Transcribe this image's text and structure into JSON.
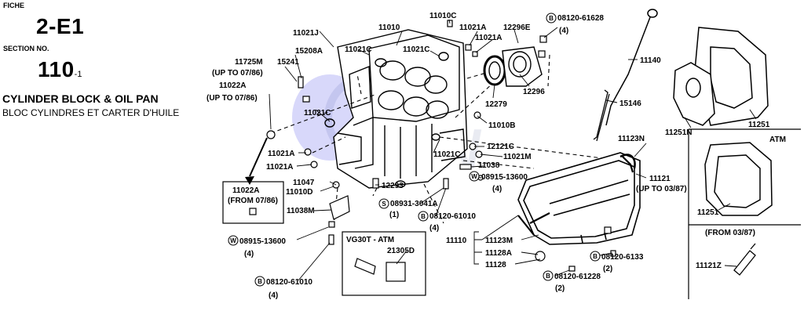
{
  "header": {
    "fiche_label": "FICHE",
    "fiche_number": "2-E1",
    "section_label": "SECTION NO.",
    "section_number": "110",
    "section_suffix": "-1",
    "title": "CYLINDER BLOCK & OIL PAN",
    "subtitle": "BLOC CYLINDRES ET CARTER D'HUILE"
  },
  "parts": {
    "p11010": "11010",
    "p11010c": "11010C",
    "p11021j": "11021J",
    "p15208a": "15208A",
    "p15241": "15241",
    "p11725m": "11725M",
    "upto_0786_a": "(UP TO 07/86)",
    "p11022a": "11022A",
    "upto_0786_b": "(UP TO 07/86)",
    "p11021c_a": "11021C",
    "p11021c_b": "11021C",
    "p11021c_c": "11021C",
    "p11021c_d": "11021C",
    "p11021a_top": "11021A",
    "p11021a_top2": "11021A",
    "p12296e": "12296E",
    "p12296": "12296",
    "p12279": "12279",
    "bolt_top": "08120-61628",
    "bolt_top_qty": "(4)",
    "p11140": "11140",
    "p15146": "15146",
    "p11010b": "11010B",
    "p12121c": "12121C",
    "p11021m": "11021M",
    "p11038": "11038",
    "p11021a_l1": "11021A",
    "p11021a_l2": "11021A",
    "p11047": "11047",
    "p11010d": "11010D",
    "p12293": "12293",
    "w_13600_a": "08915-13600",
    "w_13600_a_qty": "(4)",
    "s_08931": "08931-3041A",
    "s_08931_qty": "(1)",
    "b_61010_a": "08120-61010",
    "b_61010_a_qty": "(4)",
    "box_11022a": "11022A",
    "box_from_0786": "(FROM 07/86)",
    "p11038m": "11038M",
    "w_13600_b": "08915-13600",
    "w_13600_b_qty": "(4)",
    "b_61010_b": "08120-61010",
    "b_61010_b_qty": "(4)",
    "vg30t_label": "VG30T - ATM",
    "p21305d": "21305D",
    "p11123n": "11123N",
    "p11121": "11121",
    "upto_0387": "(UP TO 03/87)",
    "p11110": "11110",
    "p11123m": "11123M",
    "p11128a": "11128A",
    "p11128": "11128",
    "b_6133": "08120-6133",
    "b_6133_qty": "(2)",
    "b_61228": "08120-61228",
    "b_61228_qty": "(2)",
    "p11251n": "11251N",
    "p11251": "11251",
    "atm_label": "ATM",
    "p11251_atm": "11251",
    "from_0387": "(FROM 03/87)",
    "p11121z": "11121Z",
    "circle_b": "B",
    "circle_w": "W",
    "circle_s": "S"
  },
  "colors": {
    "ink": "#000000",
    "watermark": "#d8dbe8",
    "highlight": "#8f8ff0"
  },
  "icons": {
    "bolt": "bolt-icon",
    "washer": "washer-icon"
  }
}
